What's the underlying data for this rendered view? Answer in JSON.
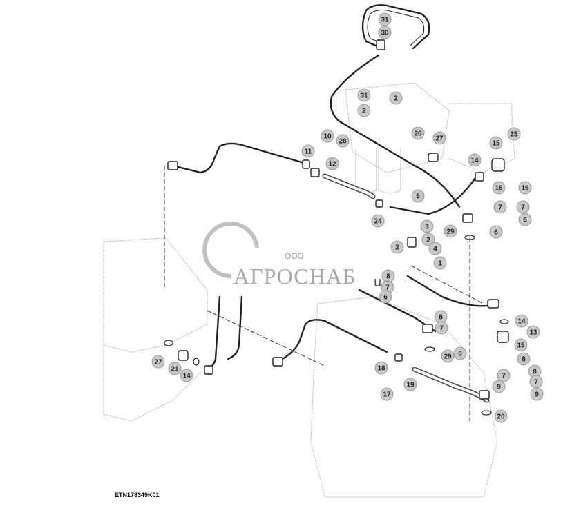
{
  "figure_code": "ETN178349K01",
  "watermark": {
    "company_prefix": "ООО",
    "company_name": "АГРОСНАБ",
    "suffix": "u"
  },
  "callouts": [
    {
      "label": "31"
    },
    {
      "label": "30"
    },
    {
      "label": "31"
    },
    {
      "label": "2"
    },
    {
      "label": "2"
    },
    {
      "label": "26"
    },
    {
      "label": "27"
    },
    {
      "label": "25"
    },
    {
      "label": "15"
    },
    {
      "label": "14"
    },
    {
      "label": "10"
    },
    {
      "label": "28"
    },
    {
      "label": "11"
    },
    {
      "label": "12"
    },
    {
      "label": "5"
    },
    {
      "label": "16"
    },
    {
      "label": "16"
    },
    {
      "label": "7"
    },
    {
      "label": "7"
    },
    {
      "label": "6"
    },
    {
      "label": "6"
    },
    {
      "label": "24"
    },
    {
      "label": "29"
    },
    {
      "label": "3"
    },
    {
      "label": "2"
    },
    {
      "label": "2"
    },
    {
      "label": "4"
    },
    {
      "label": "1"
    },
    {
      "label": "8"
    },
    {
      "label": "7"
    },
    {
      "label": "6"
    },
    {
      "label": "8"
    },
    {
      "label": "7"
    },
    {
      "label": "14"
    },
    {
      "label": "13"
    },
    {
      "label": "15"
    },
    {
      "label": "8"
    },
    {
      "label": "29"
    },
    {
      "label": "6"
    },
    {
      "label": "27"
    },
    {
      "label": "21"
    },
    {
      "label": "14"
    },
    {
      "label": "18"
    },
    {
      "label": "19"
    },
    {
      "label": "17"
    },
    {
      "label": "7"
    },
    {
      "label": "9"
    },
    {
      "label": "8"
    },
    {
      "label": "7"
    },
    {
      "label": "9"
    },
    {
      "label": "20"
    }
  ]
}
